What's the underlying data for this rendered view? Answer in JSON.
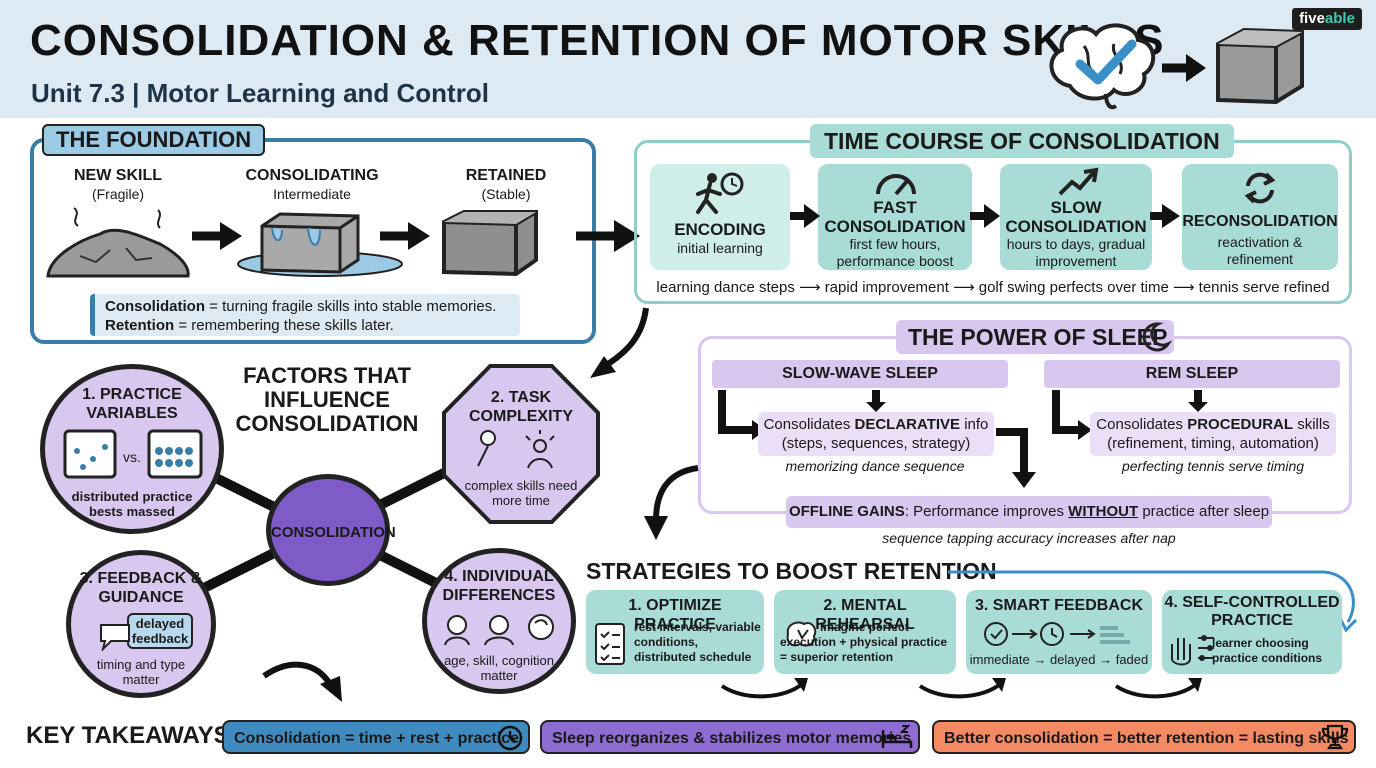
{
  "header": {
    "title": "CONSOLIDATION & RETENTION OF MOTOR SKILLS",
    "subtitle": "Unit 7.3 | Motor Learning and Control",
    "logo_a": "five",
    "logo_b": "able"
  },
  "foundation": {
    "heading": "THE FOUNDATION",
    "stages": [
      {
        "title": "NEW SKILL",
        "note": "(Fragile)"
      },
      {
        "title": "CONSOLIDATING",
        "note": "Intermediate"
      },
      {
        "title": "RETAINED",
        "note": "(Stable)"
      }
    ],
    "def_consolidation_term": "Consolidation",
    "def_consolidation_text": " = turning fragile skills into stable memories.",
    "def_retention_term": "Retention",
    "def_retention_text": " = remembering these skills later."
  },
  "time_course": {
    "heading": "TIME COURSE OF CONSOLIDATION",
    "steps": [
      {
        "title": "ENCODING",
        "desc": "initial learning"
      },
      {
        "title": "FAST CONSOLIDATION",
        "desc": "first few hours, performance boost"
      },
      {
        "title": "SLOW CONSOLIDATION",
        "desc": "hours to days, gradual improvement"
      },
      {
        "title": "RECONSOLIDATION",
        "desc": "reactivation & refinement"
      }
    ],
    "example": "learning dance steps ⟶ rapid improvement ⟶ golf swing perfects over time ⟶ tennis serve refined"
  },
  "factors": {
    "heading": "FACTORS THAT INFLUENCE CONSOLIDATION",
    "center": "CONSOLIDATION",
    "practice": {
      "title": "1. PRACTICE VARIABLES",
      "vs": "vs.",
      "note": "distributed practice bests massed"
    },
    "task": {
      "title": "2. TASK COMPLEXITY",
      "note": "complex skills need more time"
    },
    "feedback": {
      "title": "3. FEEDBACK & GUIDANCE",
      "bubble": "delayed feedback",
      "note": "timing and type matter"
    },
    "individual": {
      "title": "4. INDIVIDUAL DIFFERENCES",
      "note": "age, skill, cognition matter"
    }
  },
  "sleep": {
    "heading": "THE POWER OF SLEEP",
    "sws": {
      "label": "SLOW-WAVE SLEEP",
      "prefix": "Consolidates ",
      "bold": "DECLARATIVE",
      "suffix": " info",
      "detail": "(steps, sequences, strategy)",
      "example": "memorizing dance sequence"
    },
    "rem": {
      "label": "REM SLEEP",
      "prefix": "Consolidates ",
      "bold": "PROCEDURAL",
      "suffix": " skills",
      "detail": "(refinement, timing, automation)",
      "example": "perfecting tennis serve timing"
    },
    "offline_term": "OFFLINE GAINS",
    "offline_text_a": ": Performance improves ",
    "offline_without": "WITHOUT",
    "offline_text_b": " practice after sleep",
    "offline_example": "sequence tapping accuracy increases after nap"
  },
  "strategies": {
    "heading": "STRATEGIES TO BOOST RETENTION",
    "items": [
      {
        "title": "1. OPTIMIZE PRACTICE",
        "desc": "rest intervals, variable conditions, distributed schedule"
      },
      {
        "title": "2. MENTAL REHEARSAL",
        "desc": "imagine perfect execution + physical practice = superior retention"
      },
      {
        "title": "3. SMART FEEDBACK",
        "desc": "immediate → delayed → faded"
      },
      {
        "title": "4. SELF-CONTROLLED PRACTICE",
        "desc": "learner choosing practice conditions"
      }
    ]
  },
  "takeaways": {
    "heading": "KEY TAKEAWAYS",
    "items": [
      "Consolidation = time + rest + practice",
      "Sleep reorganizes & stabilizes motor memories",
      "Better consolidation = better retention = lasting skills"
    ]
  },
  "colors": {
    "blue_border": "#3a7ea8",
    "teal_border": "#8fcfc9",
    "teal_fill": "#a9dcd6",
    "purple_fill": "#d8c7ee",
    "purple_dark": "#7e5bc6",
    "orange": "#f48a63",
    "key_blue": "#3f8bc0"
  }
}
